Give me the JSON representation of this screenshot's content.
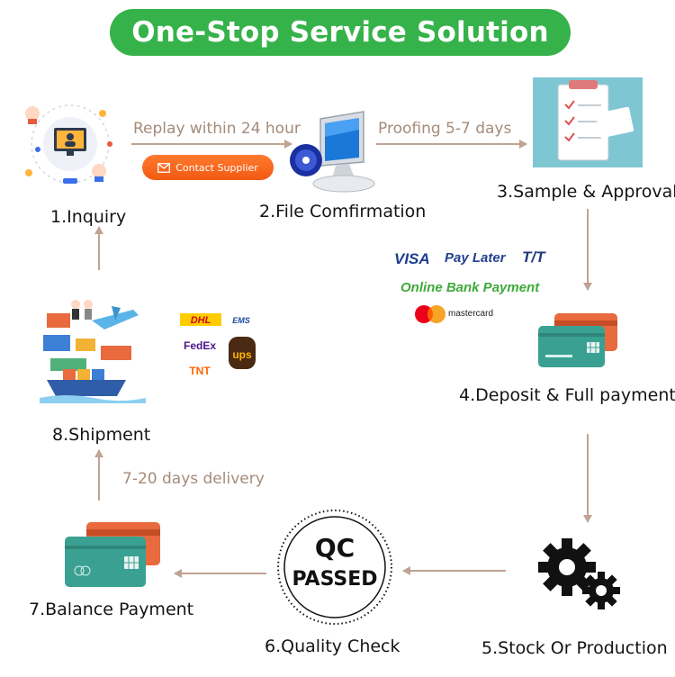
{
  "title": "One-Stop Service Solution",
  "steps": {
    "inquiry": "1.Inquiry",
    "file_confirmation": "2.File Comfirmation",
    "sample_approval": "3.Sample & Approval",
    "deposit_full_payment": "4.Deposit & Full payment",
    "stock_production": "5.Stock Or Production",
    "quality_check": "6.Quality Check",
    "balance_payment": "7.Balance Payment",
    "shipment": "8.Shipment"
  },
  "notes": {
    "reply_time": "Replay within 24 hour",
    "proofing_time": "Proofing 5-7 days",
    "delivery_time": "7-20 days delivery"
  },
  "contact_button": "Contact Supplier",
  "payment_methods": {
    "visa": "VISA",
    "pay_later": "Pay Later",
    "tt": "T/T",
    "online_bank": "Online Bank Payment",
    "mastercard": "mastercard"
  },
  "qc_stamp": {
    "line1": "QC",
    "line2": "PASSED"
  },
  "carriers": {
    "dhl": "DHL",
    "ems": "EMS",
    "fedex": "FedEx",
    "tnt": "TNT",
    "ups": "ups"
  },
  "colors": {
    "title_green": "#36b24a",
    "arrow_brown": "#bfa393",
    "note_text": "#a58b7a",
    "contact_orange": "#f25a12"
  }
}
